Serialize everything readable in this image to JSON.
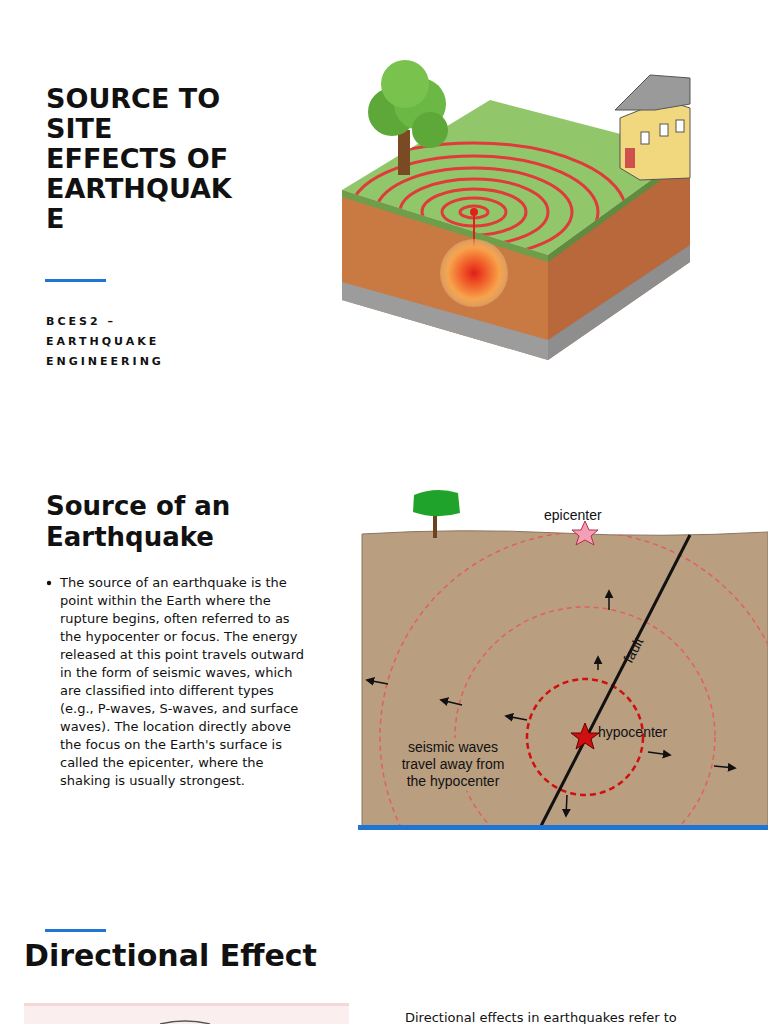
{
  "diagram": {
    "title": "SOURCE TO SITE EFFECTS OF EARTHQUAKE",
    "labels": [
      "BCES2 – EARTHQUAKE ENGINEERING",
      "Source of an Earthquake",
      "The source of an earthquake is the point within the Earth where the rupture begins, often referred to as the hypocenter or focus. The energy released at this point travels outward in the form of seismic waves, which are classified into different types (e.g., P-waves, S-waves, and surface waves). The location directly above the focus on the Earth's surface is called the epicenter, where the shaking is usually strongest.",
      "epicenter",
      "fault",
      "hypocenter",
      "seismic waves travel away from the hypocenter",
      "Directional Effect",
      "Directional effects in earthquakes refer to"
    ]
  }
}
